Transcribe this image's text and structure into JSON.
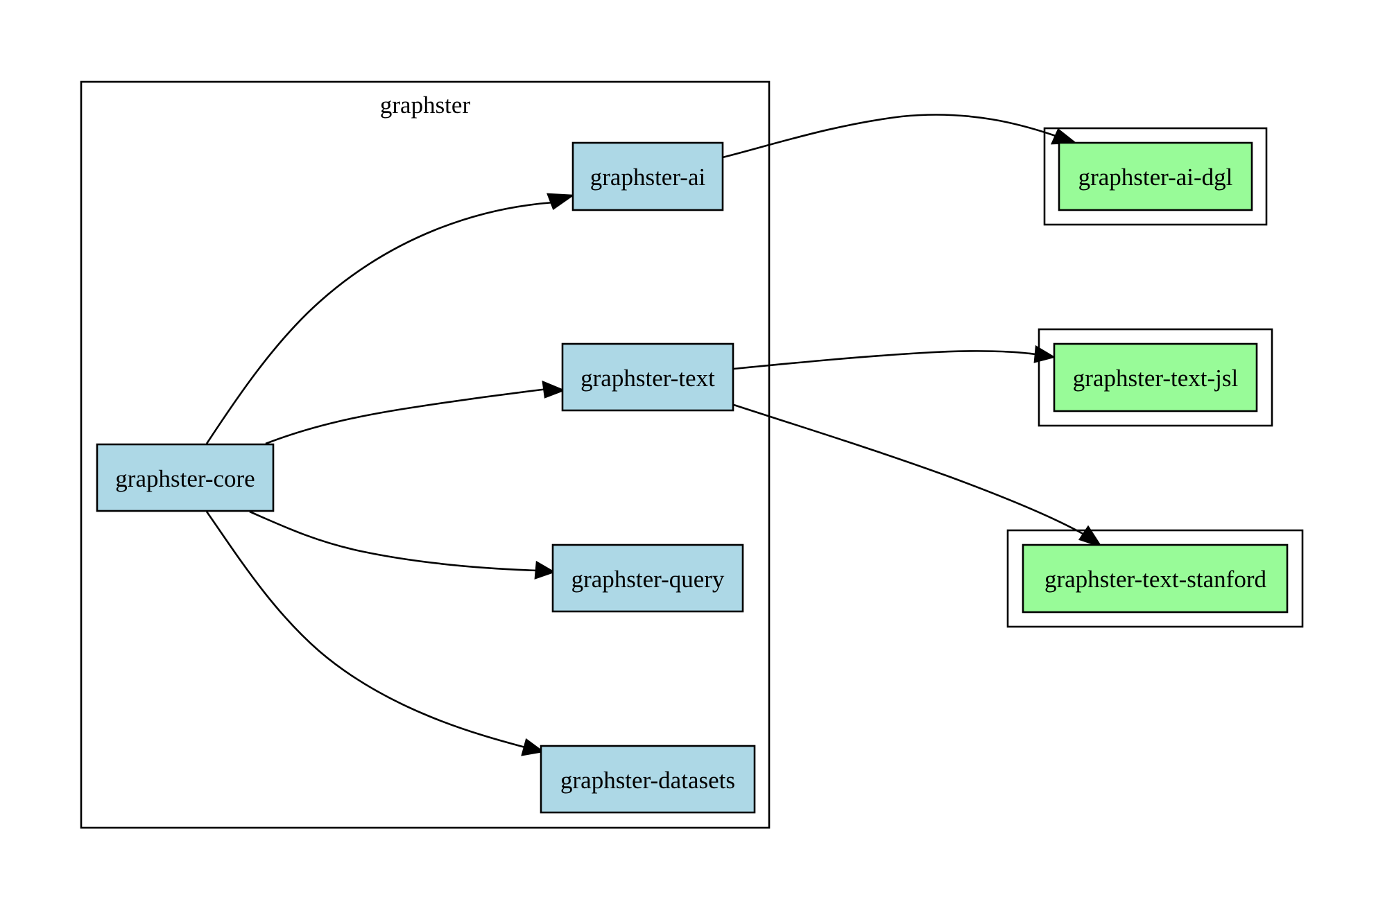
{
  "cluster": {
    "label": "graphster"
  },
  "colors": {
    "internal_fill": "#add8e6",
    "external_fill": "#98fb98",
    "stroke": "#000000"
  },
  "nodes": {
    "core": "graphster-core",
    "ai": "graphster-ai",
    "text": "graphster-text",
    "query": "graphster-query",
    "datasets": "graphster-datasets",
    "ai_dgl": "graphster-ai-dgl",
    "text_jsl": "graphster-text-jsl",
    "text_stanford": "graphster-text-stanford"
  },
  "edges": [
    {
      "from": "graphster-core",
      "to": "graphster-ai"
    },
    {
      "from": "graphster-core",
      "to": "graphster-text"
    },
    {
      "from": "graphster-core",
      "to": "graphster-query"
    },
    {
      "from": "graphster-core",
      "to": "graphster-datasets"
    },
    {
      "from": "graphster-ai",
      "to": "graphster-ai-dgl"
    },
    {
      "from": "graphster-text",
      "to": "graphster-text-jsl"
    },
    {
      "from": "graphster-text",
      "to": "graphster-text-stanford"
    }
  ]
}
